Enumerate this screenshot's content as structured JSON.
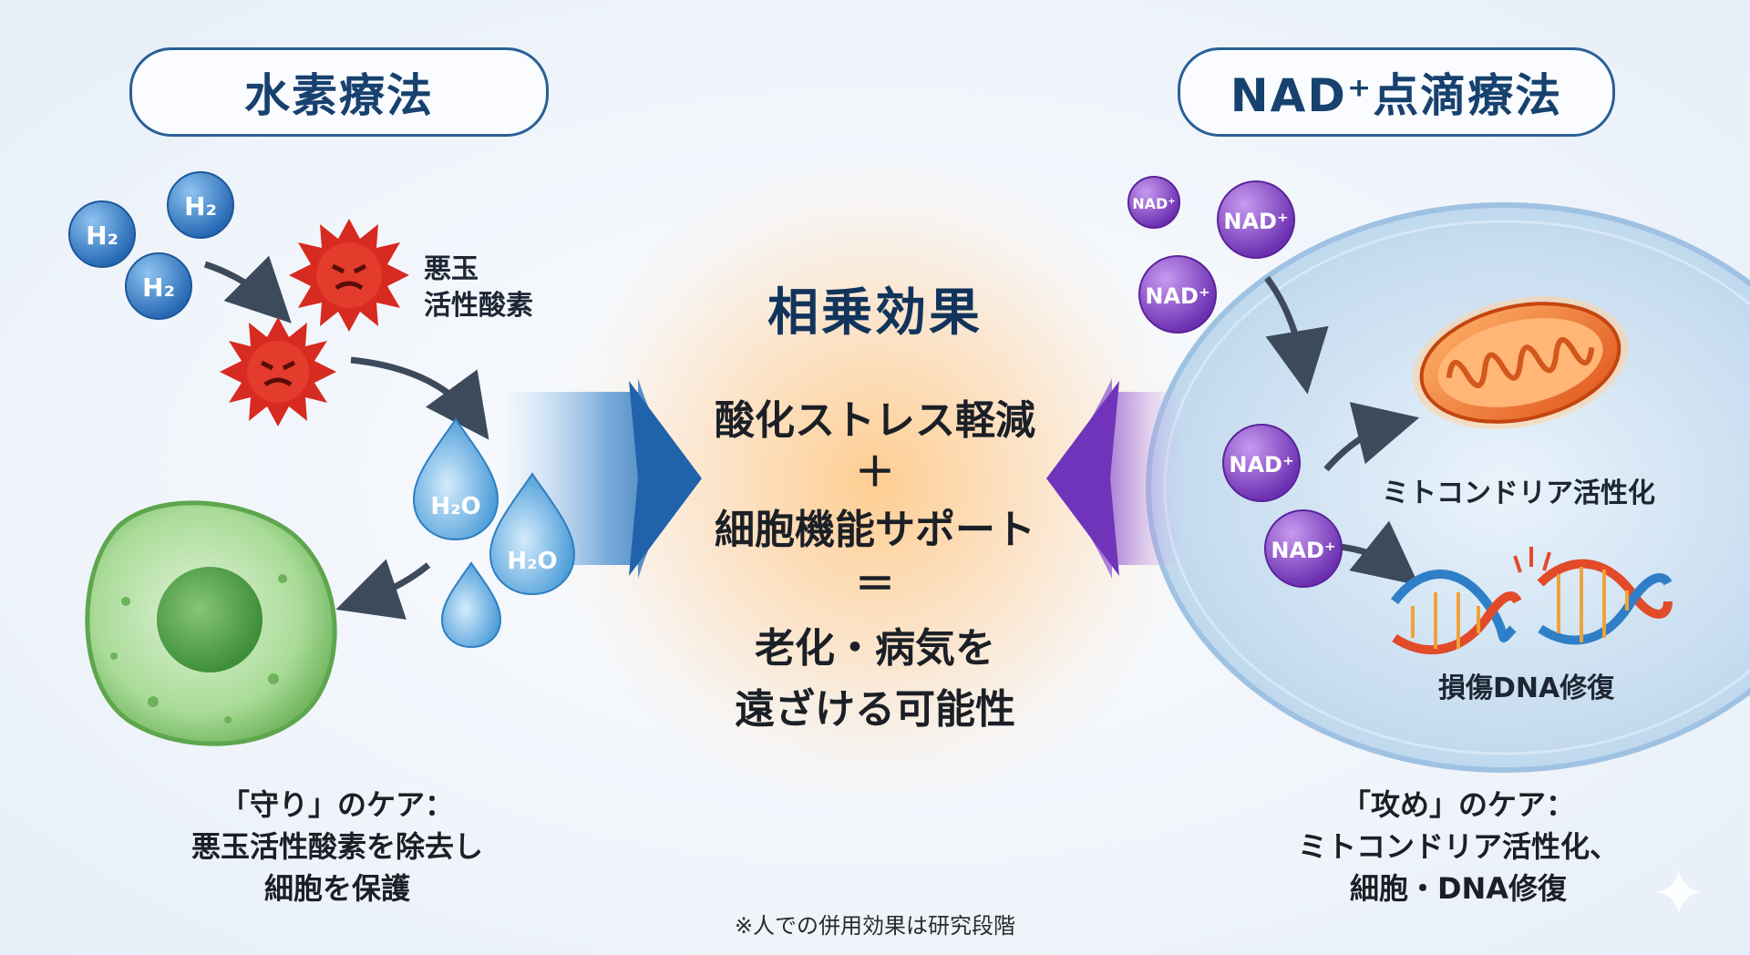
{
  "left_title": "水素療法",
  "right_title": "NAD⁺点滴療法",
  "center": {
    "heading": "相乗効果",
    "line1": "酸化ストレス軽減",
    "plus": "＋",
    "line2": "細胞機能サポート",
    "equals": "＝",
    "line3": "老化・病気を",
    "line4": "遠ざける可能性"
  },
  "left": {
    "radical_label_1": "悪玉",
    "radical_label_2": "活性酸素",
    "h2": "H₂",
    "h2o": "H₂O",
    "caption_1": "「守り」のケア：",
    "caption_2": "悪玉活性酸素を除去し",
    "caption_3": "細胞を保護"
  },
  "right": {
    "nad": "NAD⁺",
    "mito_label": "ミトコンドリア活性化",
    "dna_label": "損傷DNA修復",
    "caption_1": "「攻め」のケア：",
    "caption_2": "ミトコンドリア活性化、",
    "caption_3": "細胞・DNA修復"
  },
  "footnote": "※人での併用効果は研究段階",
  "colors": {
    "left_accent": "#2d6fb5",
    "right_accent": "#7a3fc0",
    "radical": "#d72a20",
    "cell": "#8fcf7f",
    "mitochondria": "#f07a28"
  }
}
